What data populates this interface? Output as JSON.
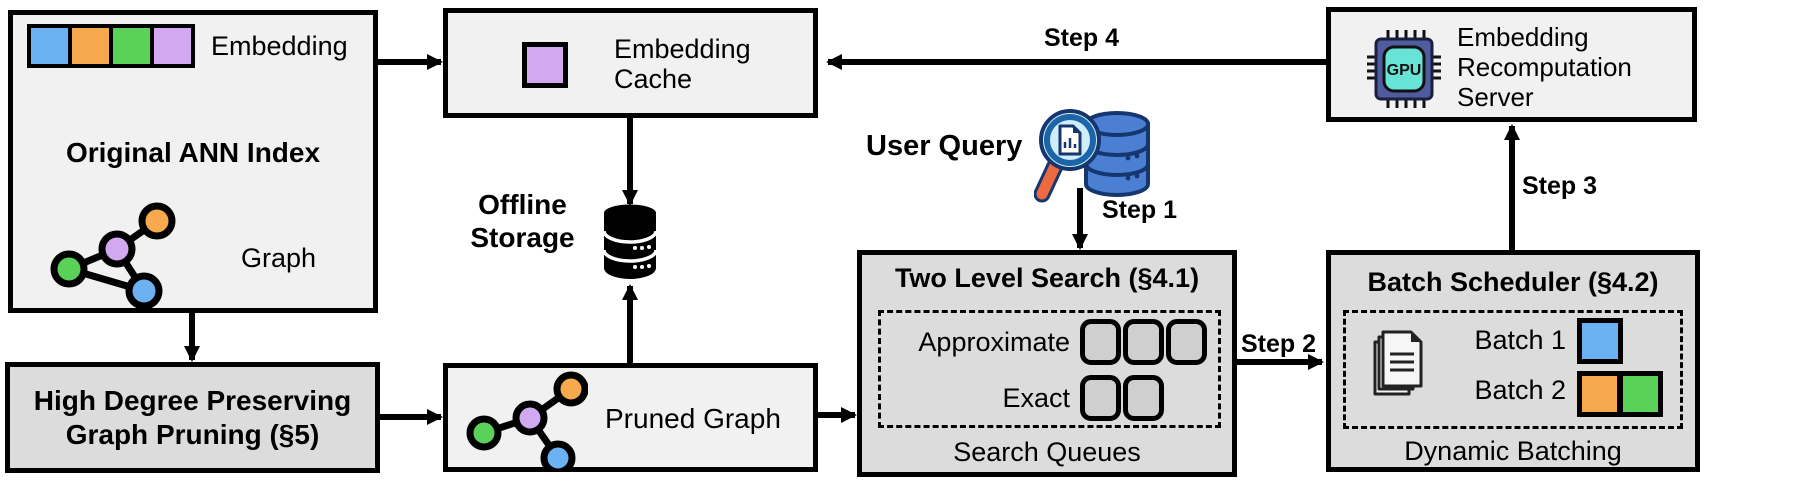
{
  "colors": {
    "blue": "#6cb1f2",
    "orange": "#f6a94d",
    "green": "#5ad158",
    "purple": "#d2a8f0",
    "box_light": "#f1f1f1",
    "box_dark": "#dcdcdc",
    "slot_fill": "#cfcfcf",
    "line_black": "#000000",
    "gpu_chip": "#4f5d9e",
    "gpu_core": "#68e4d6",
    "db_blue": "#4a7fd4",
    "db_outline": "#16366e",
    "lens_blue": "#cfeef9",
    "lens_rim": "#1b65a8",
    "handle_orange": "#ec6a3f"
  },
  "ann_index": {
    "embedding_label": "Embedding",
    "title": "Original ANN Index",
    "graph_label": "Graph"
  },
  "embedding_cache": {
    "line1": "Embedding",
    "line2": "Cache"
  },
  "offline_storage": {
    "line1": "Offline",
    "line2": "Storage"
  },
  "user_query": {
    "label": "User Query"
  },
  "steps": {
    "step1": "Step 1",
    "step2": "Step 2",
    "step3": "Step 3",
    "step4": "Step 4"
  },
  "two_level_search": {
    "title": "Two Level Search (§4.1)",
    "approximate_label": "Approximate",
    "exact_label": "Exact",
    "approximate_slots": 3,
    "exact_slots": 2,
    "caption": "Search Queues"
  },
  "batch_scheduler": {
    "title": "Batch Scheduler (§4.2)",
    "batch1_label": "Batch 1",
    "batch2_label": "Batch 2",
    "caption": "Dynamic Batching"
  },
  "recompute_server": {
    "line1": "Embedding",
    "line2": "Recomputation",
    "line3": "Server",
    "gpu_label": "GPU"
  },
  "graph_pruning": {
    "line1": "High Degree Preserving",
    "line2": "Graph Pruning (§5)"
  },
  "pruned_graph": {
    "label": "Pruned Graph"
  }
}
